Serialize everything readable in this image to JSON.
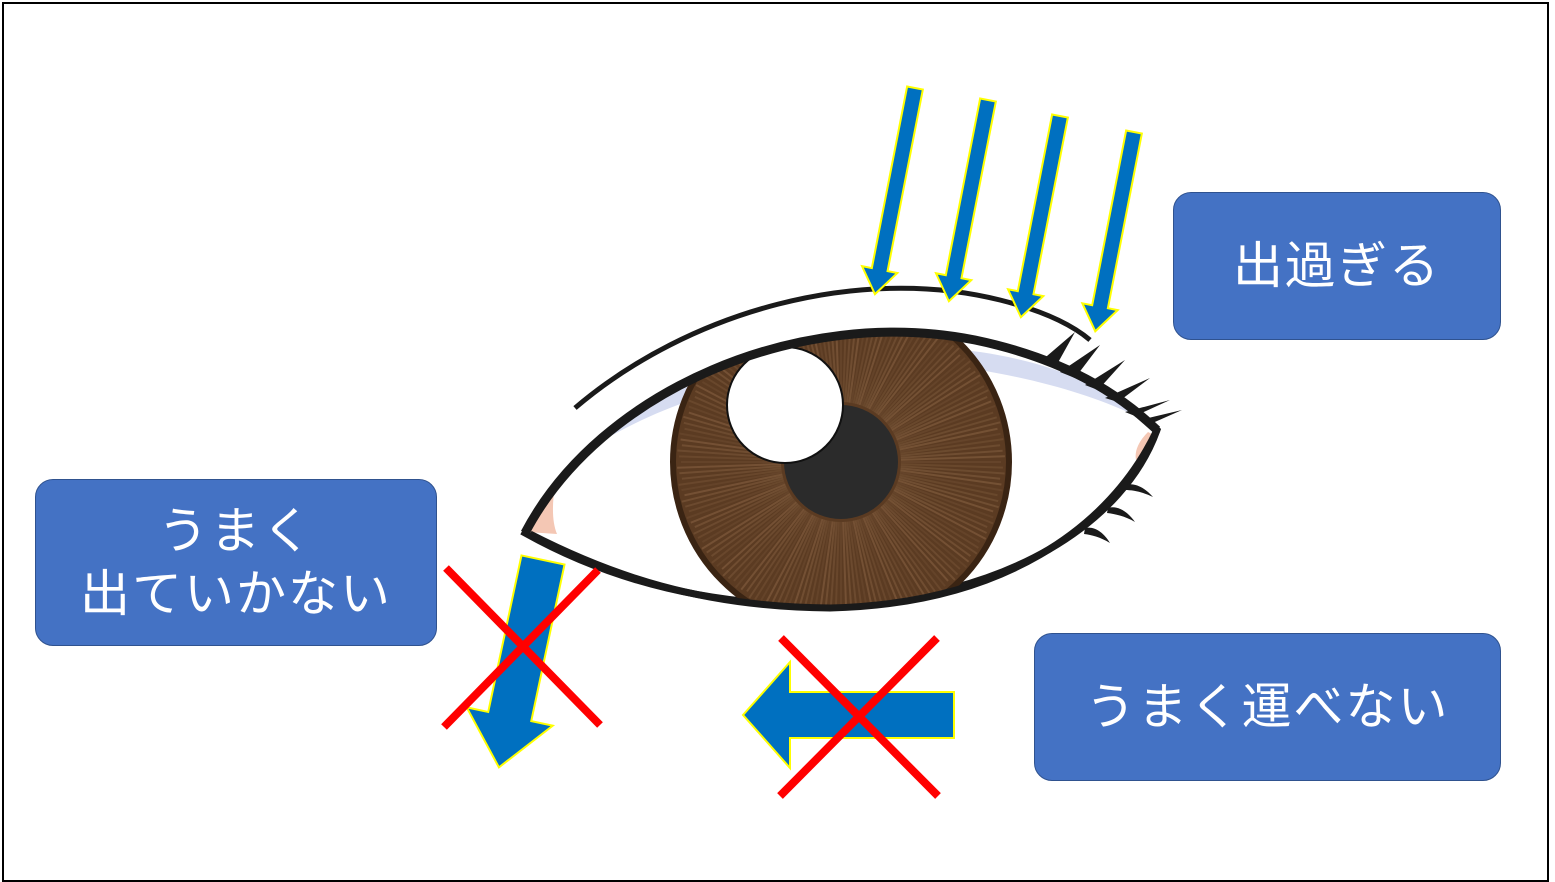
{
  "labels": {
    "excess": "出過ぎる",
    "not_exiting_line1": "うまく",
    "not_exiting_line2": "出ていかない",
    "not_carried": "うまく運べない"
  },
  "colors": {
    "box_fill": "#4472c4",
    "arrow_fill": "#0070c0",
    "arrow_outline": "#ffff00",
    "cross": "#ff0000",
    "iris": "#5a3a22",
    "pupil": "#2a2a2a"
  },
  "icons": [
    "eye-illustration",
    "down-arrow-icon",
    "cross-icon",
    "left-arrow-icon"
  ]
}
